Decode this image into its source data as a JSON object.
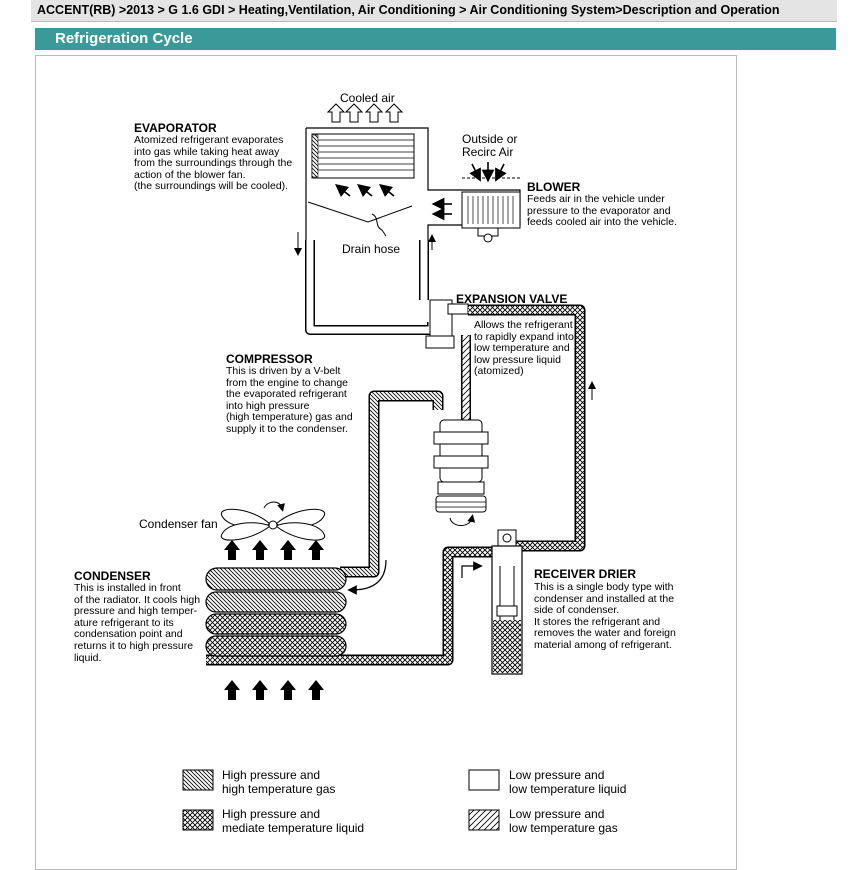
{
  "breadcrumb": "ACCENT(RB) >2013 > G 1.6 GDI > Heating,Ventilation, Air Conditioning > Air Conditioning System>Description and Operation",
  "section_title": "Refrigeration Cycle",
  "labels": {
    "cooled_air": "Cooled air",
    "outside_air": "Outside or",
    "recirc_air": "Recirc Air",
    "drain_hose": "Drain hose",
    "condenser_fan": "Condenser fan"
  },
  "evaporator": {
    "title": "EVAPORATOR",
    "lines": [
      "Atomized refrigerant evaporates",
      "into gas while taking heat away",
      "from the surroundings through the",
      "action of the blower fan.",
      "(the surroundings will be cooled)."
    ]
  },
  "blower": {
    "title": "BLOWER",
    "lines": [
      "Feeds air in the vehicle under",
      "pressure to the evaporator and",
      "feeds cooled air into the vehicle."
    ]
  },
  "expansion_valve": {
    "title": "EXPANSION VALVE",
    "lines": [
      "Allows the refrigerant",
      "to rapidly expand into",
      "low temperature and",
      "low pressure liquid",
      "(atomized)"
    ]
  },
  "compressor": {
    "title": "COMPRESSOR",
    "lines": [
      "This is driven by a V-belt",
      "from the engine to change",
      "the evaporated refrigerant",
      "into high pressure",
      "(high temperature) gas and",
      "supply it to the condenser."
    ]
  },
  "condenser": {
    "title": "CONDENSER",
    "lines": [
      "This is installed in front",
      "of the radiator. It cools high",
      "pressure and high temper-",
      "ature refrigerant to its",
      "condensation point and",
      "returns it to high pressure",
      "liquid."
    ]
  },
  "receiver_drier": {
    "title": "RECEIVER DRIER",
    "lines": [
      "This is a single body type with",
      "condenser and installed at the",
      "side of condenser.",
      "It stores the refrigerant and",
      "removes the water and foreign",
      "material among of refrigerant."
    ]
  },
  "legend": [
    {
      "line1": "High pressure and",
      "line2": "high temperature gas",
      "pattern": "hatch-dense"
    },
    {
      "line1": "Low pressure and",
      "line2": "low temperature liquid",
      "pattern": "blank"
    },
    {
      "line1": "High pressure and",
      "line2": "mediate temperature liquid",
      "pattern": "crosshatch"
    },
    {
      "line1": "Low pressure and",
      "line2": "low temperature gas",
      "pattern": "hatch-sparse"
    }
  ]
}
